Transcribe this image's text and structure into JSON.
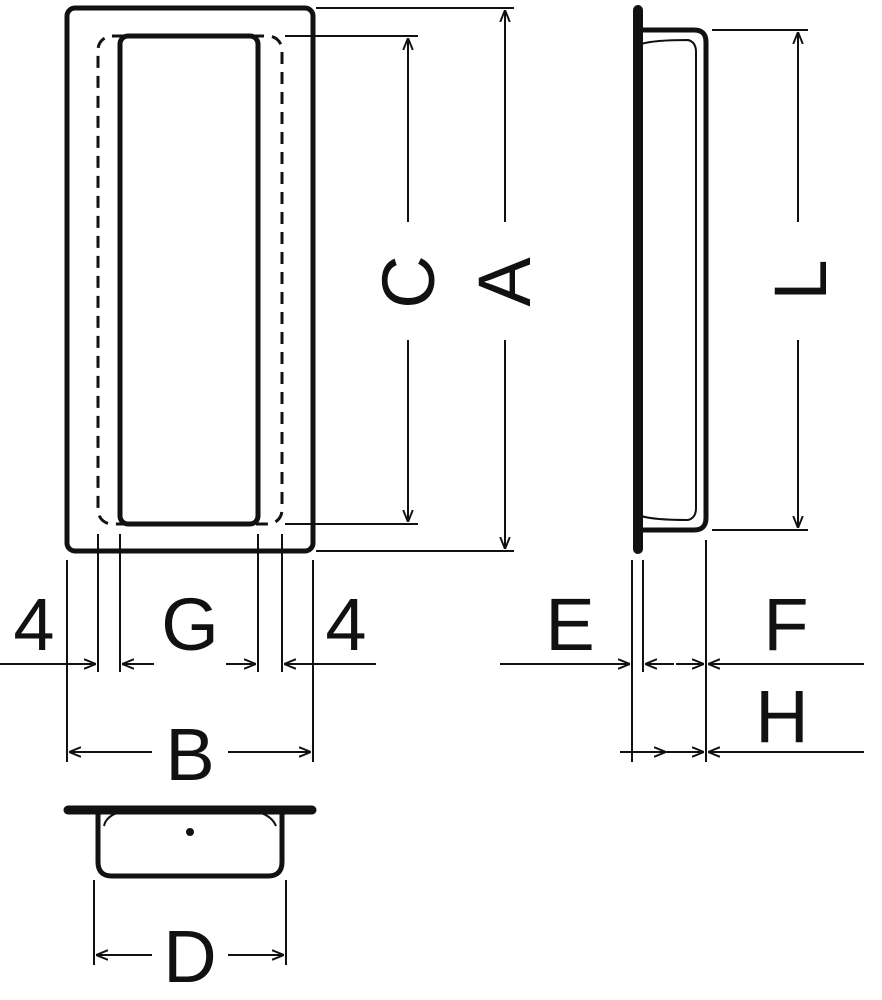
{
  "labels": {
    "A": "A",
    "B": "B",
    "C": "C",
    "D": "D",
    "E": "E",
    "F": "F",
    "G": "G",
    "H": "H",
    "L": "L",
    "left_margin": "4",
    "right_margin": "4"
  },
  "colors": {
    "line": "#111111",
    "background": "#ffffff"
  }
}
